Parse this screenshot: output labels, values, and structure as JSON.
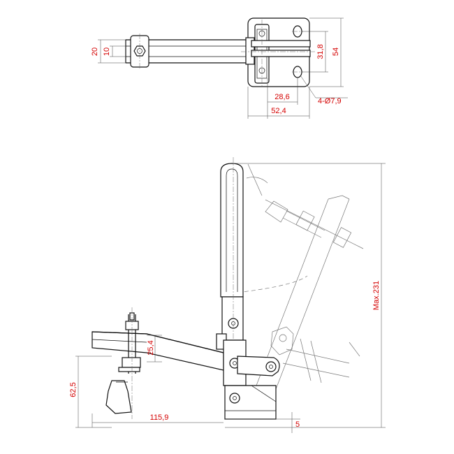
{
  "colors": {
    "dimension_text": "#d40000",
    "outline": "#111111",
    "ghost": "#777777",
    "background": "#ffffff"
  },
  "dimensions": {
    "top_view": {
      "arm_width": "20",
      "arm_inner_width": "10",
      "hole_spacing_vertical": "31,8",
      "base_height": "54",
      "hole_spacing_horizontal": "28,6",
      "base_width": "52,4",
      "hole_callout": "4-Ø7,9"
    },
    "side_view": {
      "spindle_offset": "25,4",
      "spindle_height": "62,5",
      "reach": "115,9",
      "base_thickness": "5",
      "max_height": "Max.231"
    }
  }
}
